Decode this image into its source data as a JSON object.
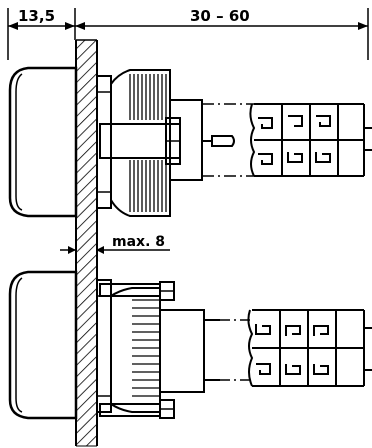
{
  "diagram": {
    "dimensions": {
      "front_depth": "13,5",
      "rear_length": "30 – 60",
      "panel_thickness": "max. 8"
    },
    "views": [
      {
        "name": "upper-assembly"
      },
      {
        "name": "lower-assembly"
      }
    ]
  }
}
